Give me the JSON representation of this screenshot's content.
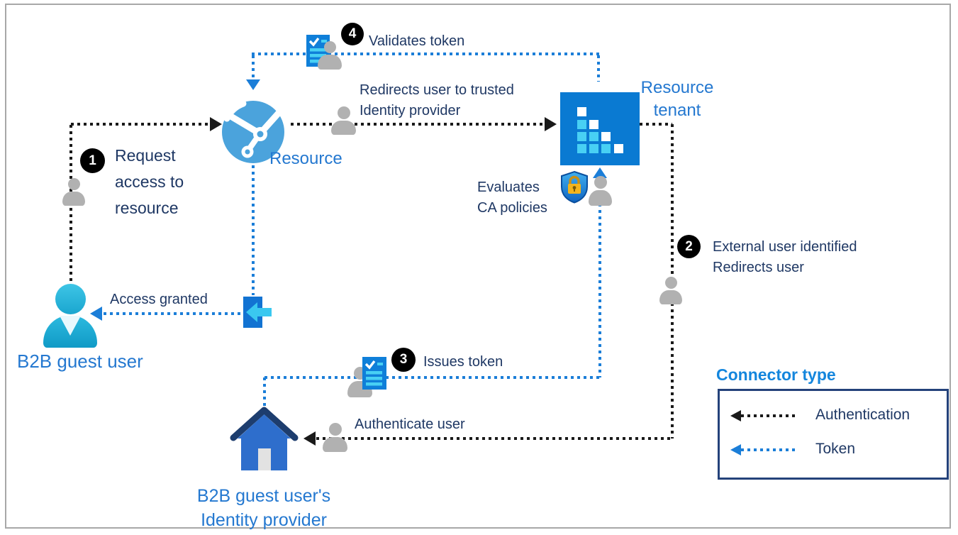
{
  "nodes": {
    "resource": {
      "label": "Resource"
    },
    "resource_tenant": {
      "label_line1": "Resource",
      "label_line2": "tenant"
    },
    "b2b_guest_user": {
      "label": "B2B guest user"
    },
    "identity_provider": {
      "label_line1": "B2B guest user's",
      "label_line2": "Identity provider"
    }
  },
  "steps": [
    {
      "number": "1",
      "lines": [
        "Request",
        "access to",
        "resource"
      ]
    },
    {
      "number": "2",
      "lines": [
        "External user identified",
        "Redirects user"
      ]
    },
    {
      "number": "3",
      "lines": [
        "Issues token"
      ]
    },
    {
      "number": "4",
      "lines": [
        "Validates token"
      ]
    }
  ],
  "connector_labels": {
    "redirects_line1": "Redirects user to trusted",
    "redirects_line2": "Identity provider",
    "evaluates_line1": "Evaluates",
    "evaluates_line2": "CA policies",
    "authenticate_user": "Authenticate user",
    "access_granted": "Access granted"
  },
  "legend": {
    "title": "Connector type",
    "items": [
      {
        "label": "Authentication",
        "color": "#1a1a1a"
      },
      {
        "label": "Token",
        "color": "#1b7ed8"
      }
    ]
  },
  "icons": {
    "resource": "globe-network-icon",
    "resource_tenant": "tenant-squares-icon",
    "conditional_access": "shield-lock-icon",
    "token": "token-document-icon",
    "access_granted": "sign-in-door-icon",
    "identity_provider": "home-icon",
    "user": "person-icon"
  },
  "colors": {
    "authentication_connector": "#1a1a1a",
    "token_connector": "#1b7ed8",
    "entity_label": "#2478d0",
    "annotation_text": "#1f3864",
    "legend_title": "#1486dd",
    "legend_border": "#24427a",
    "tenant_blue": "#0a7ad2",
    "accent_cyan": "#48d0f4",
    "person_gray": "#b1b1b1"
  }
}
